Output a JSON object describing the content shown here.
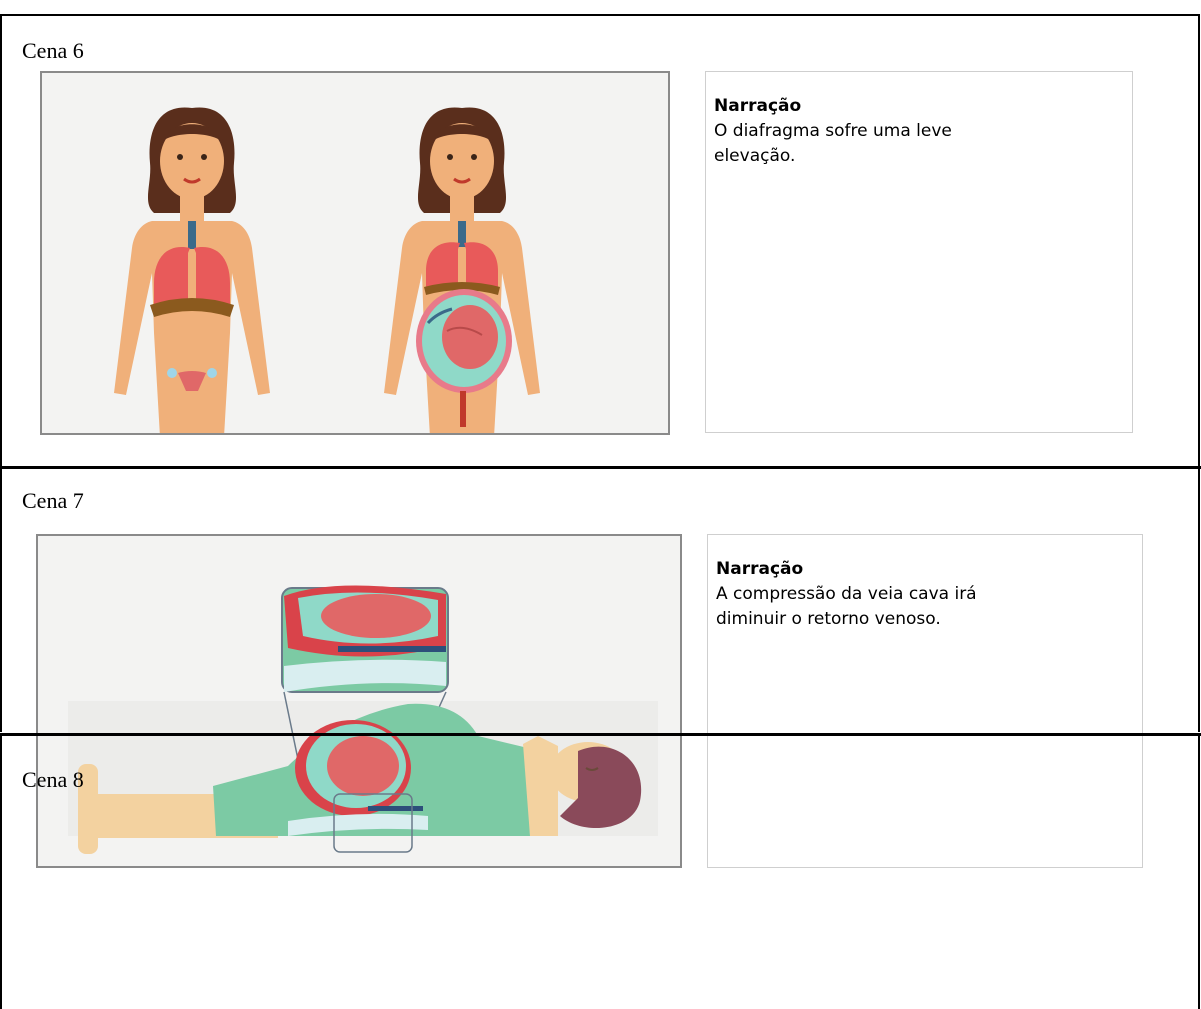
{
  "scenes": [
    {
      "title": "Cena 6",
      "narration_title": "Narração",
      "narration_text": "O diafragma sofre uma leve elevação."
    },
    {
      "title": "Cena 7",
      "narration_title": "Narração",
      "narration_text": "A compressão da veia cava irá diminuir o retorno venoso."
    },
    {
      "title": "Cena 8"
    }
  ],
  "colors": {
    "skin": "#f0b07a",
    "hair": "#5a2e1c",
    "lung": "#e85a5a",
    "diaphragm": "#8b5a1e",
    "uterus": "#8fd9c8",
    "fetus": "#e06868",
    "blanket": "#7ccaa4",
    "frame_bg": "#f3f3f2"
  }
}
